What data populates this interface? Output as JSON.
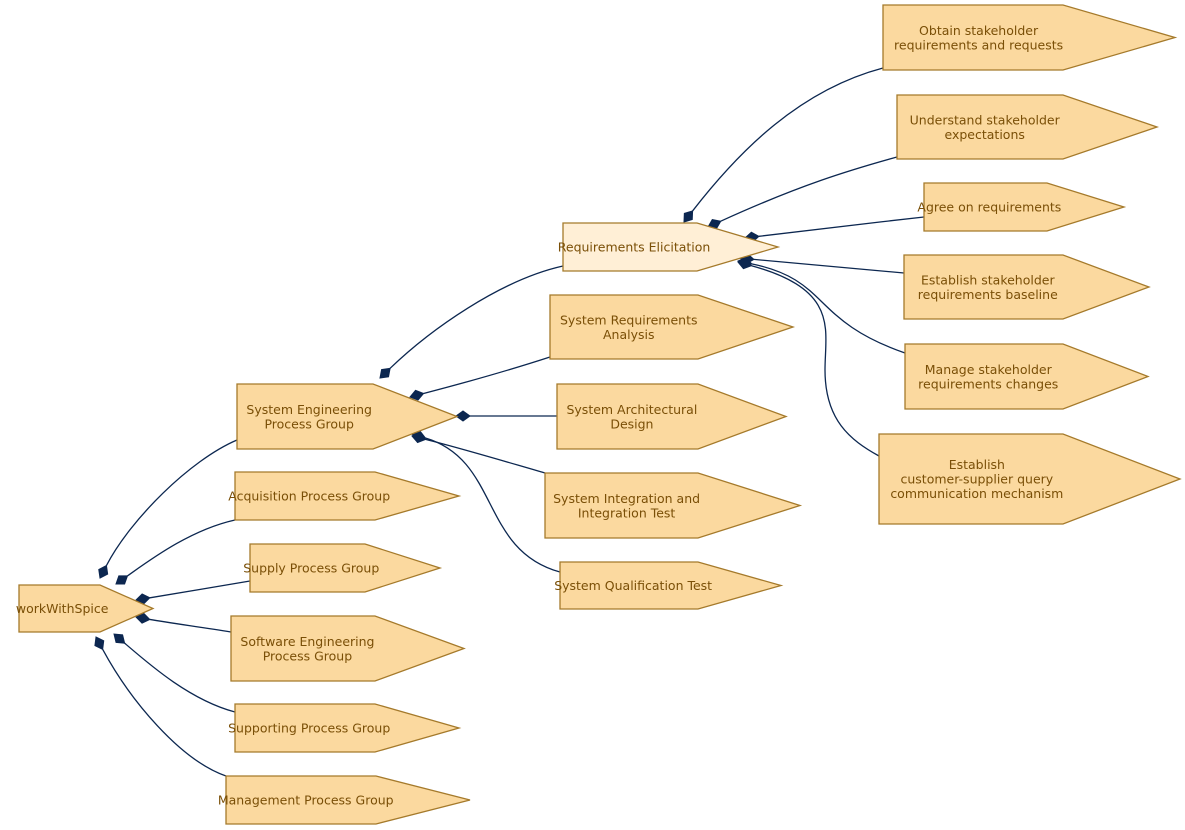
{
  "colors": {
    "node_fill": "#fbd99f",
    "node_highlight_fill": "#ffefd6",
    "node_border": "#a57a2b",
    "text": "#7a4f07",
    "edge": "#0c2750"
  },
  "nodes": {
    "root": [
      "workWithSpice"
    ],
    "sepg": [
      "System Engineering",
      "Process Group"
    ],
    "acq": [
      "Acquisition Process Group"
    ],
    "supply": [
      "Supply Process Group"
    ],
    "swe": [
      "Software Engineering",
      "Process Group"
    ],
    "support": [
      "Supporting Process Group"
    ],
    "mgmt": [
      "Management Process Group"
    ],
    "elic": [
      "Requirements Elicitation"
    ],
    "sra": [
      "System Requirements",
      "Analysis"
    ],
    "sad": [
      "System Architectural",
      "Design"
    ],
    "sit": [
      "System Integration and",
      "Integration Test"
    ],
    "sqt": [
      "System Qualification Test"
    ],
    "obtain": [
      "Obtain stakeholder",
      "requirements and requests"
    ],
    "understand": [
      "Understand stakeholder",
      "expectations"
    ],
    "agree": [
      "Agree on requirements"
    ],
    "baseline": [
      "Establish stakeholder",
      "requirements baseline"
    ],
    "manage": [
      "Manage stakeholder",
      "requirements changes"
    ],
    "query": [
      "Establish",
      "customer-supplier query",
      "communication mechanism"
    ]
  }
}
